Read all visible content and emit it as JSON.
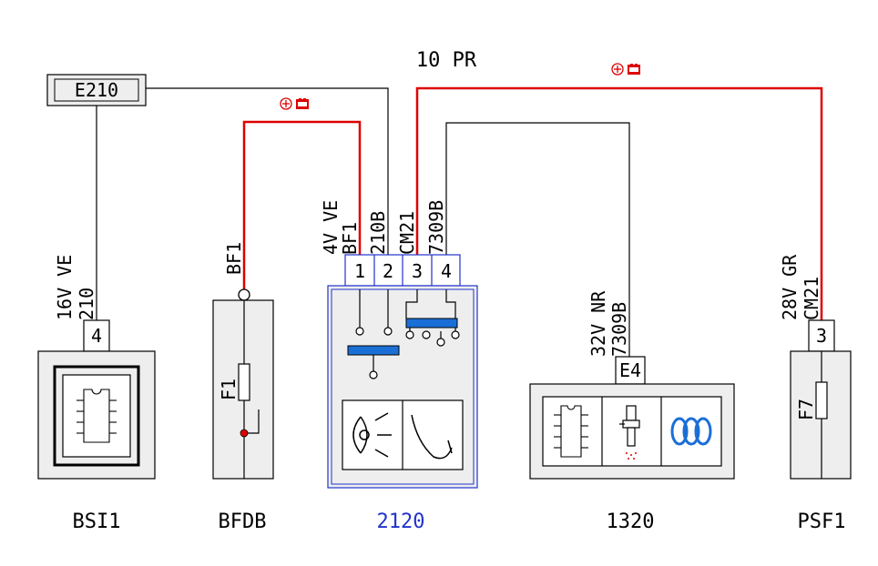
{
  "title": "10 PR",
  "colors": {
    "positive_wire": "#dd0000",
    "signal_wire": "#000000",
    "highlight_label": "#2233cc",
    "relay_bar": "#1a6fd6"
  },
  "e210": {
    "label": "E210"
  },
  "bsi1": {
    "name": "BSI1",
    "connector": "16V VE",
    "wire": "210",
    "pin": "4"
  },
  "bfdb": {
    "name": "BFDB",
    "wire": "BF1",
    "fuse": "F1"
  },
  "relay2120": {
    "name": "2120",
    "connector": "4V VE",
    "pins": [
      "1",
      "2",
      "3",
      "4"
    ],
    "wires": [
      "BF1",
      "210B",
      "CM21",
      "7309B"
    ]
  },
  "ecu1320": {
    "name": "1320",
    "connector": "32V NR",
    "wire": "7309B",
    "pin": "E4"
  },
  "psf1": {
    "name": "PSF1",
    "connector": "28V GR",
    "wire": "CM21",
    "pin": "3",
    "fuse": "F7"
  },
  "icons": [
    "battery-positive-icon",
    "chip-icon",
    "headlamp-icon",
    "washer-icon",
    "injector-icon",
    "coil-icon",
    "fuse-icon"
  ]
}
